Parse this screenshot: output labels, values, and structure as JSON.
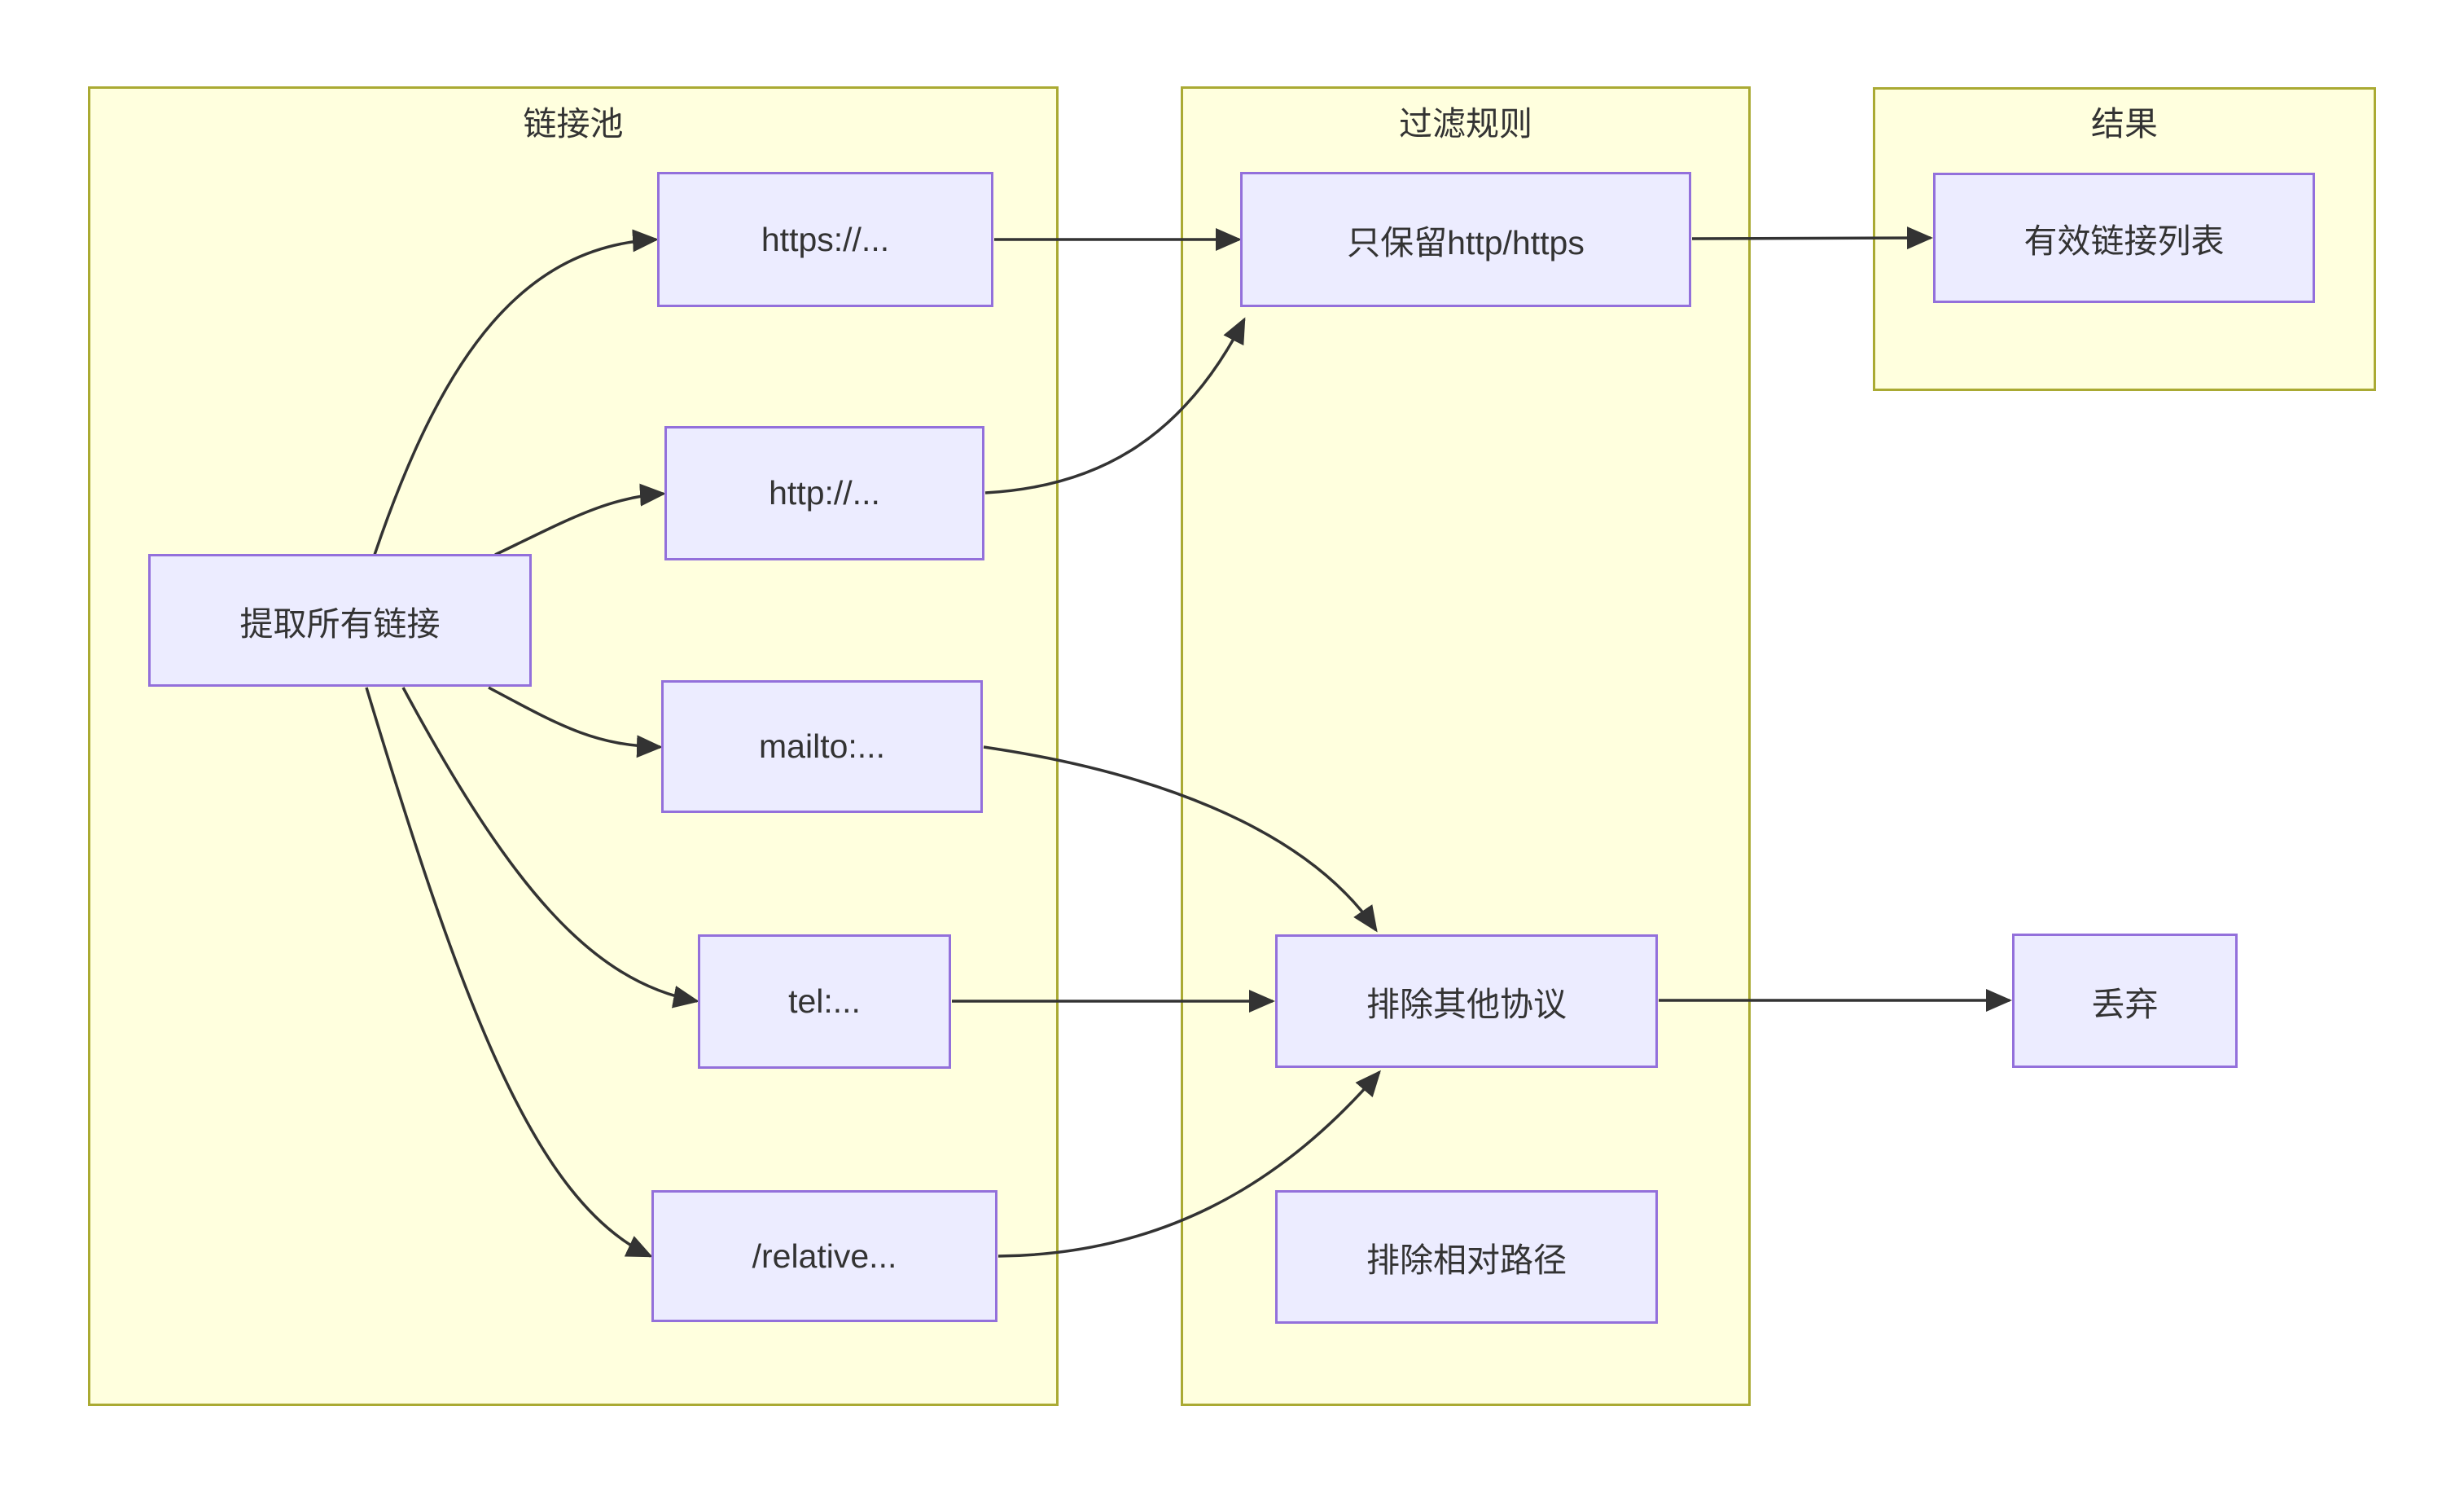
{
  "diagram": {
    "type": "flowchart",
    "direction": "left-to-right",
    "colors": {
      "background": "#ffffff",
      "cluster_fill": "#ffffde",
      "cluster_border": "#aaaa33",
      "node_fill": "#ececff",
      "node_border": "#9370db",
      "edge": "#333333",
      "text": "#333333"
    },
    "clusters": [
      {
        "id": "link-pool",
        "label": "链接池"
      },
      {
        "id": "filter-rules",
        "label": "过滤规则"
      },
      {
        "id": "results",
        "label": "结果"
      }
    ],
    "nodes": [
      {
        "id": "extract-all-links",
        "label": "提取所有链接",
        "cluster": "link-pool"
      },
      {
        "id": "https",
        "label": "https://...",
        "cluster": "link-pool"
      },
      {
        "id": "http",
        "label": "http://...",
        "cluster": "link-pool"
      },
      {
        "id": "mailto",
        "label": "mailto:...",
        "cluster": "link-pool"
      },
      {
        "id": "tel",
        "label": "tel:...",
        "cluster": "link-pool"
      },
      {
        "id": "relative",
        "label": "/relative...",
        "cluster": "link-pool"
      },
      {
        "id": "keep-http-https",
        "label": "只保留http/https",
        "cluster": "filter-rules"
      },
      {
        "id": "exclude-other-protocols",
        "label": "排除其他协议",
        "cluster": "filter-rules"
      },
      {
        "id": "exclude-relative-paths",
        "label": "排除相对路径",
        "cluster": "filter-rules"
      },
      {
        "id": "valid-link-list",
        "label": "有效链接列表",
        "cluster": "results"
      },
      {
        "id": "discard",
        "label": "丢弃",
        "cluster": null
      }
    ],
    "edges": [
      {
        "from": "extract-all-links",
        "to": "https"
      },
      {
        "from": "extract-all-links",
        "to": "http"
      },
      {
        "from": "extract-all-links",
        "to": "mailto"
      },
      {
        "from": "extract-all-links",
        "to": "tel"
      },
      {
        "from": "extract-all-links",
        "to": "relative"
      },
      {
        "from": "https",
        "to": "keep-http-https"
      },
      {
        "from": "http",
        "to": "keep-http-https"
      },
      {
        "from": "mailto",
        "to": "exclude-other-protocols"
      },
      {
        "from": "tel",
        "to": "exclude-other-protocols"
      },
      {
        "from": "relative",
        "to": "exclude-other-protocols"
      },
      {
        "from": "keep-http-https",
        "to": "valid-link-list"
      },
      {
        "from": "exclude-other-protocols",
        "to": "discard"
      }
    ]
  }
}
